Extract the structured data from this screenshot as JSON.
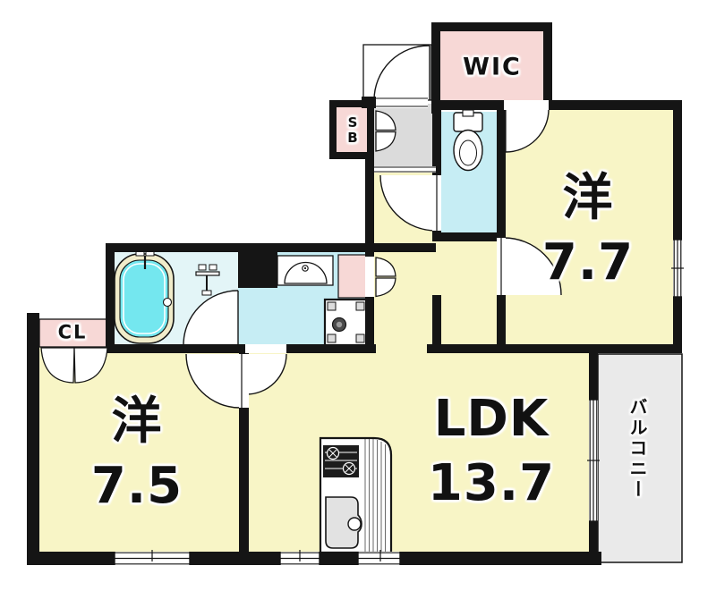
{
  "floorplan": {
    "type": "apartment-floor-plan-2LDK",
    "rooms": {
      "wic": {
        "label": "WIC"
      },
      "bedroom_77": {
        "label": "洋\n7.7",
        "name": "western-room",
        "size_jo": 7.7
      },
      "bedroom_75": {
        "label": "洋\n7.5",
        "name": "western-room",
        "size_jo": 7.5
      },
      "ldk": {
        "label": "LDK\n13.7",
        "name": "living-dining-kitchen",
        "size_jo": 13.7
      },
      "closet": {
        "label": "CL"
      },
      "shoe_box": {
        "label": "S\nB"
      },
      "balcony": {
        "label": "バルコニー"
      }
    },
    "fixtures": [
      "bathtub",
      "shower-mixer",
      "washbasin",
      "washing-machine-pan",
      "toilet",
      "gas-stove",
      "kitchen-sink",
      "kitchen-counter"
    ],
    "colors": {
      "wall": "#151515",
      "room_yellow": "#F8F5C6",
      "pink": "#F7D8D6",
      "cyan": "#C6EDF4",
      "bath_floor": "#E3F5F7",
      "tub_water": "#74E7EF",
      "tub_rim": "#F1ECCA",
      "genkan_gray": "#DBDBDB",
      "balcony_gray": "#EAEAEA"
    }
  }
}
